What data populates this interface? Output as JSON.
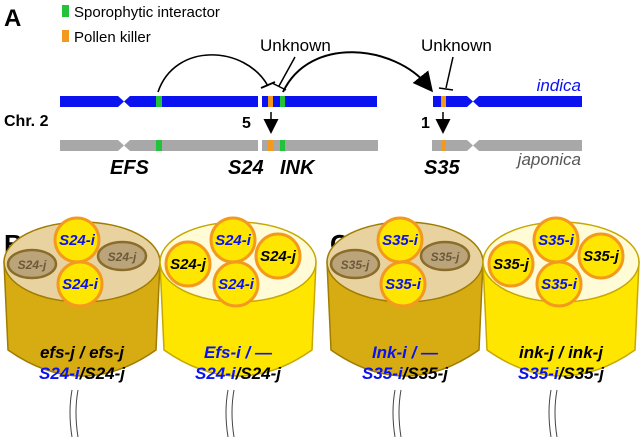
{
  "panel_a": {
    "letter": "A",
    "legend": [
      {
        "label": "Sporophytic interactor",
        "color": "#22c23a"
      },
      {
        "label": "Pollen killer",
        "color": "#f39a1e"
      }
    ],
    "unknown_left": "Unknown",
    "unknown_right": "Unknown",
    "indica": "indica",
    "japonica": "japonica",
    "chromosome": "Chr. 2",
    "locus_5": "5",
    "locus_1": "1",
    "gene_efs": "EFS",
    "gene_s24": "S24",
    "gene_ink": "INK",
    "gene_s35": "S35",
    "colors": {
      "indica": "#0a12f0",
      "japonica": "#a8a8a8",
      "arrow": "#000000"
    }
  },
  "panel_b": {
    "letter": "B",
    "flower1": {
      "pollen": [
        "S24-i",
        "S24-j",
        "S24-j",
        "S24-i"
      ],
      "genotype_top": "efs-j / efs-j",
      "genotype_bottom": {
        "a": "S24-i",
        "sep": "/",
        "b": "S24-j"
      }
    },
    "flower2": {
      "pollen": [
        "S24-i",
        "S24-j",
        "S24-j",
        "S24-i"
      ],
      "genotype_top": "Efs-i / —",
      "genotype_bottom": {
        "a": "S24-i",
        "sep": "/",
        "b": "S24-j"
      }
    }
  },
  "panel_c": {
    "letter": "C",
    "flower1": {
      "pollen": [
        "S35-i",
        "S35-j",
        "S35-j",
        "S35-i"
      ],
      "genotype_top": "Ink-i / —",
      "genotype_bottom": {
        "a": "S35-i",
        "sep": "/",
        "b": "S35-j"
      }
    },
    "flower2": {
      "pollen": [
        "S35-i",
        "S35-j",
        "S35-j",
        "S35-i"
      ],
      "genotype_top": "ink-j / ink-j",
      "genotype_bottom": {
        "a": "S35-i",
        "sep": "/",
        "b": "S35-j"
      }
    }
  }
}
